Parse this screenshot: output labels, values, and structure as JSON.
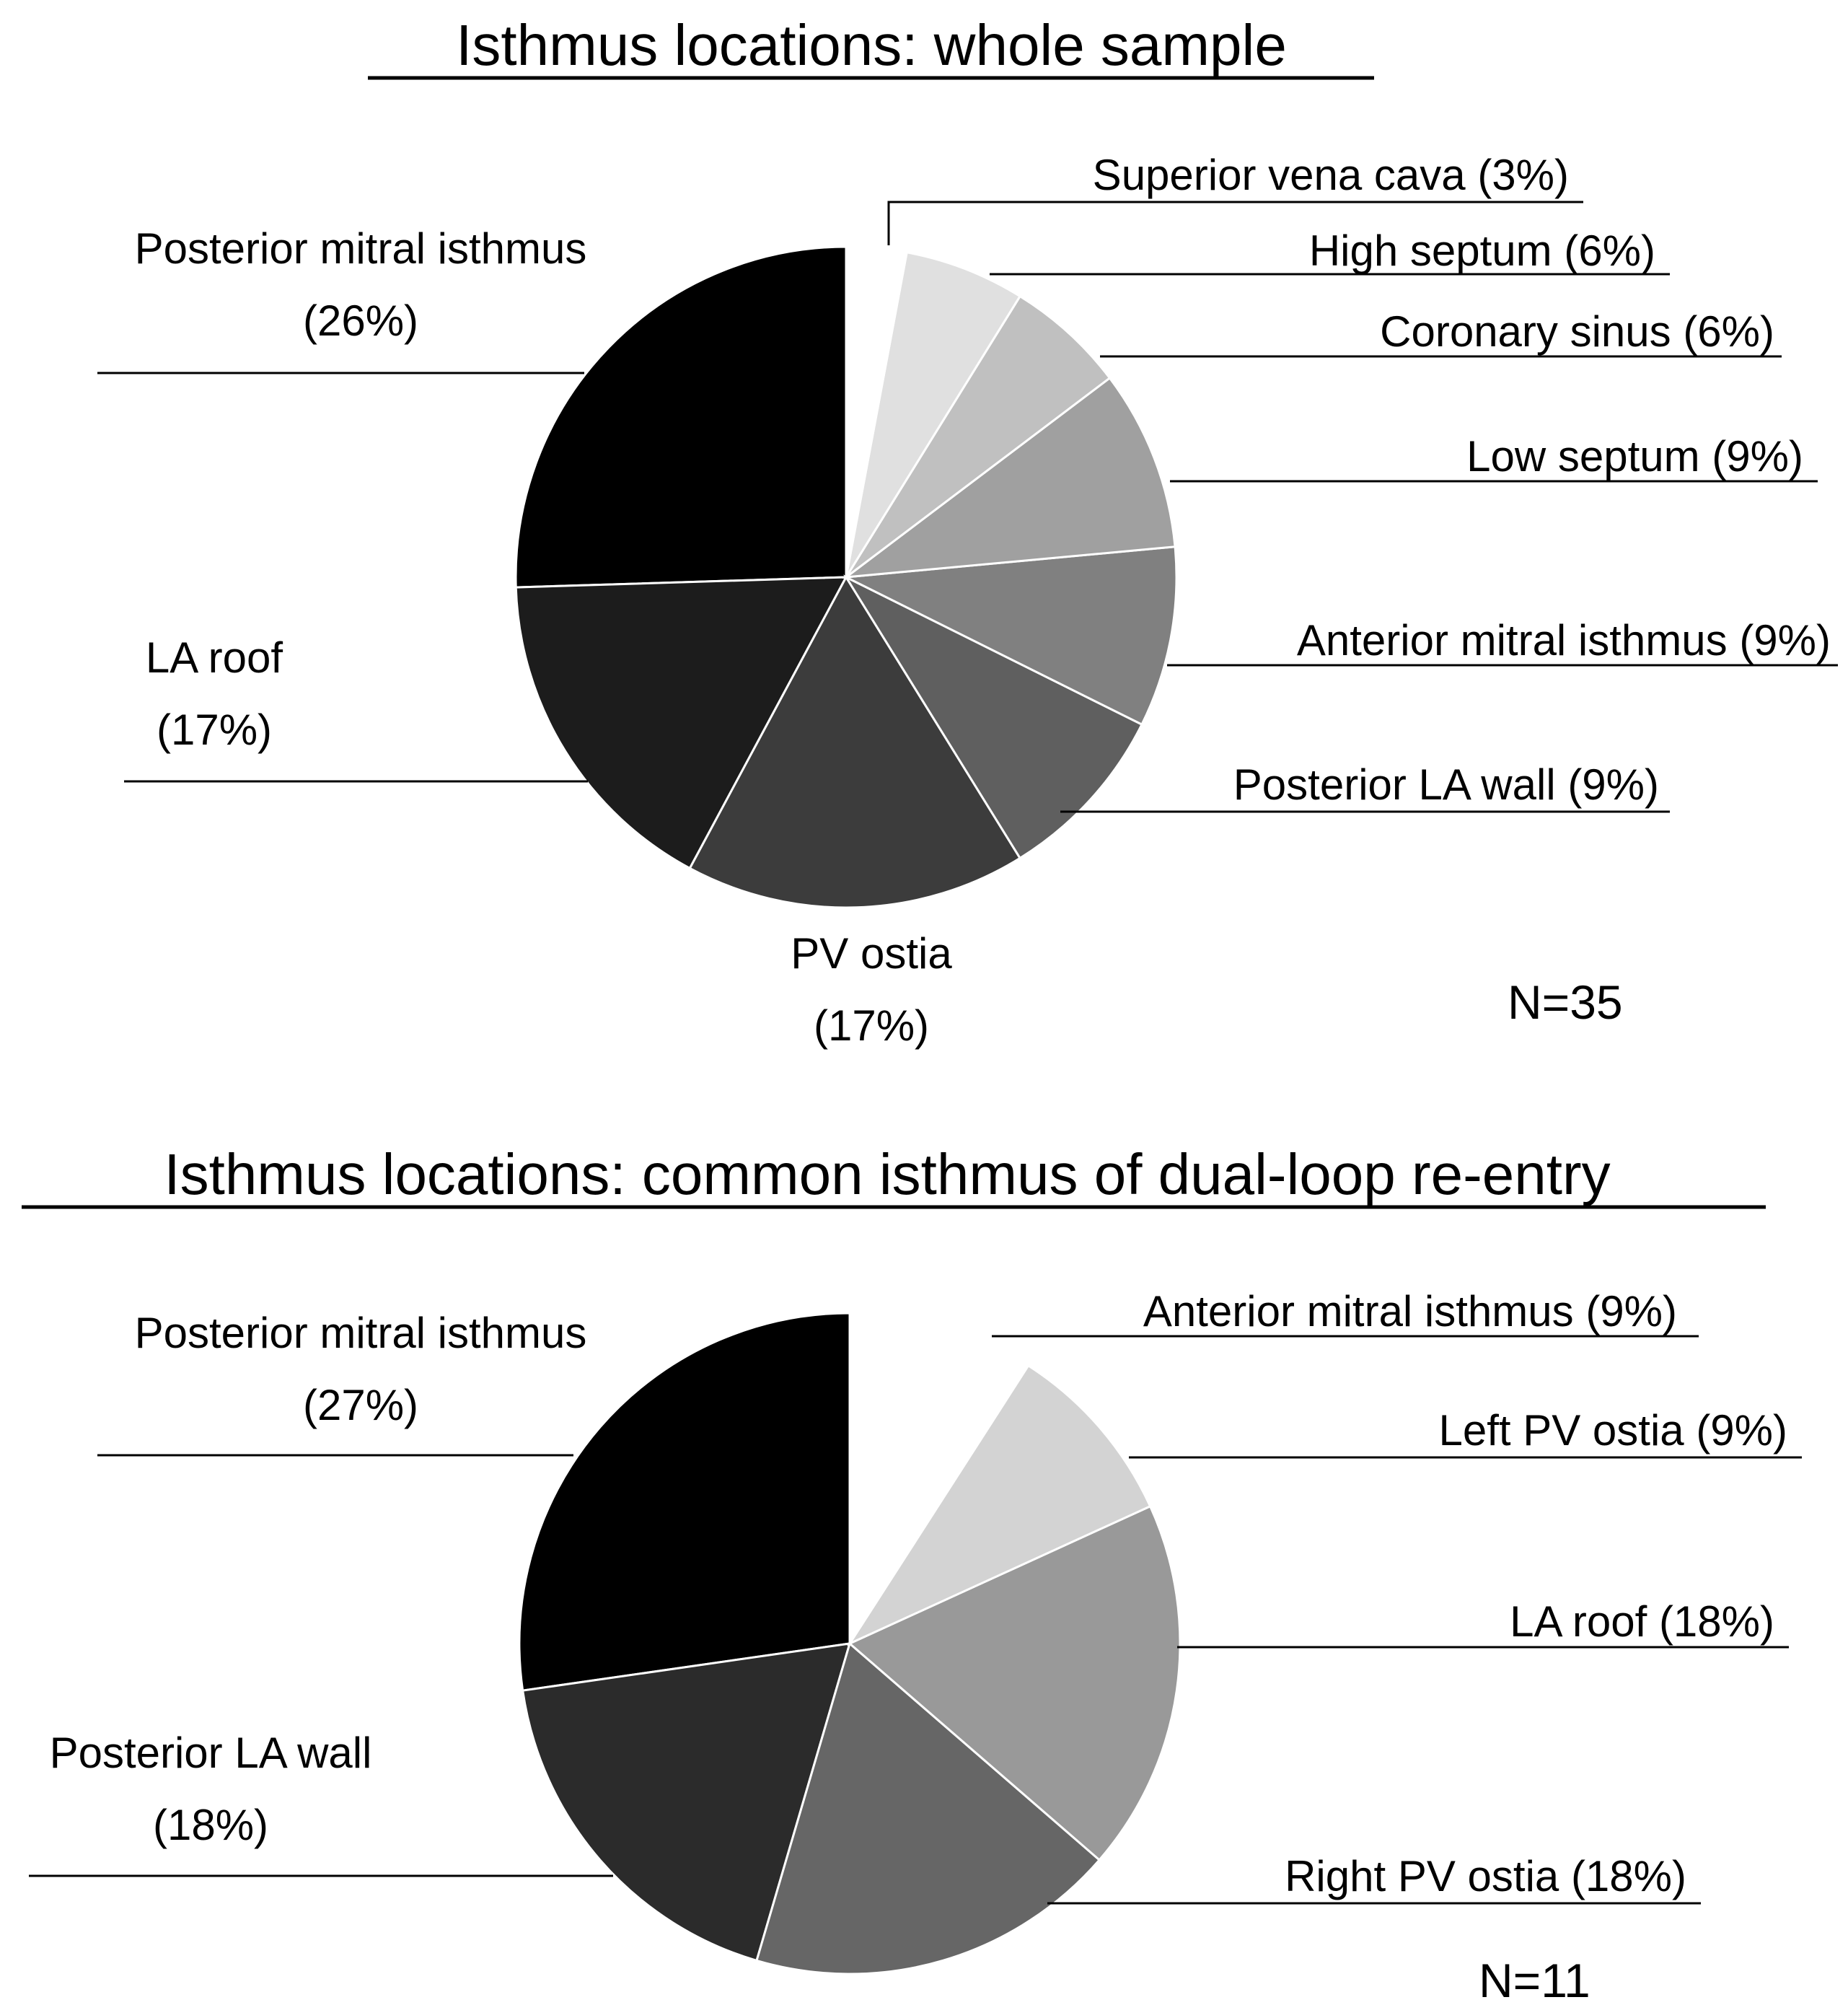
{
  "chart_data": [
    {
      "type": "pie",
      "title": "Isthmus locations: whole sample",
      "n_label": "N=35",
      "slices": [
        {
          "label": "Posterior mitral isthmus",
          "value_label": "(26%)",
          "value": 26,
          "color": "#000000"
        },
        {
          "label": "LA roof",
          "value_label": "(17%)",
          "value": 17,
          "color": "#1c1c1c"
        },
        {
          "label": "PV ostia",
          "value_label": "(17%)",
          "value": 17,
          "color": "#3c3c3c"
        },
        {
          "label": "Posterior LA wall",
          "value_label": "(9%)",
          "value": 9,
          "color": "#5f5f5f"
        },
        {
          "label": "Anterior mitral isthmus",
          "value_label": "(9%)",
          "value": 9,
          "color": "#808080"
        },
        {
          "label": "Low septum",
          "value_label": "(9%)",
          "value": 9,
          "color": "#a0a0a0"
        },
        {
          "label": "Coronary sinus",
          "value_label": "(6%)",
          "value": 6,
          "color": "#c0c0c0"
        },
        {
          "label": "High septum",
          "value_label": "(6%)",
          "value": 6,
          "color": "#e0e0e0"
        },
        {
          "label": "Superior vena cava",
          "value_label": "(3%)",
          "value": 3,
          "color": "#ffffff"
        }
      ]
    },
    {
      "type": "pie",
      "title": "Isthmus locations: common isthmus of dual-loop re-entry",
      "n_label": "N=11",
      "slices": [
        {
          "label": "Posterior mitral isthmus",
          "value_label": "(27%)",
          "value": 27,
          "color": "#000000"
        },
        {
          "label": "Posterior LA wall",
          "value_label": "(18%)",
          "value": 18,
          "color": "#2b2b2b"
        },
        {
          "label": "Right PV ostia",
          "value_label": "(18%)",
          "value": 18,
          "color": "#666666"
        },
        {
          "label": "LA roof",
          "value_label": "(18%)",
          "value": 18,
          "color": "#999999"
        },
        {
          "label": "Left PV ostia",
          "value_label": "(9%)",
          "value": 9,
          "color": "#d3d3d3"
        },
        {
          "label": "Anterior mitral isthmus",
          "value_label": "(9%)",
          "value": 9,
          "color": "#ffffff"
        }
      ]
    }
  ]
}
